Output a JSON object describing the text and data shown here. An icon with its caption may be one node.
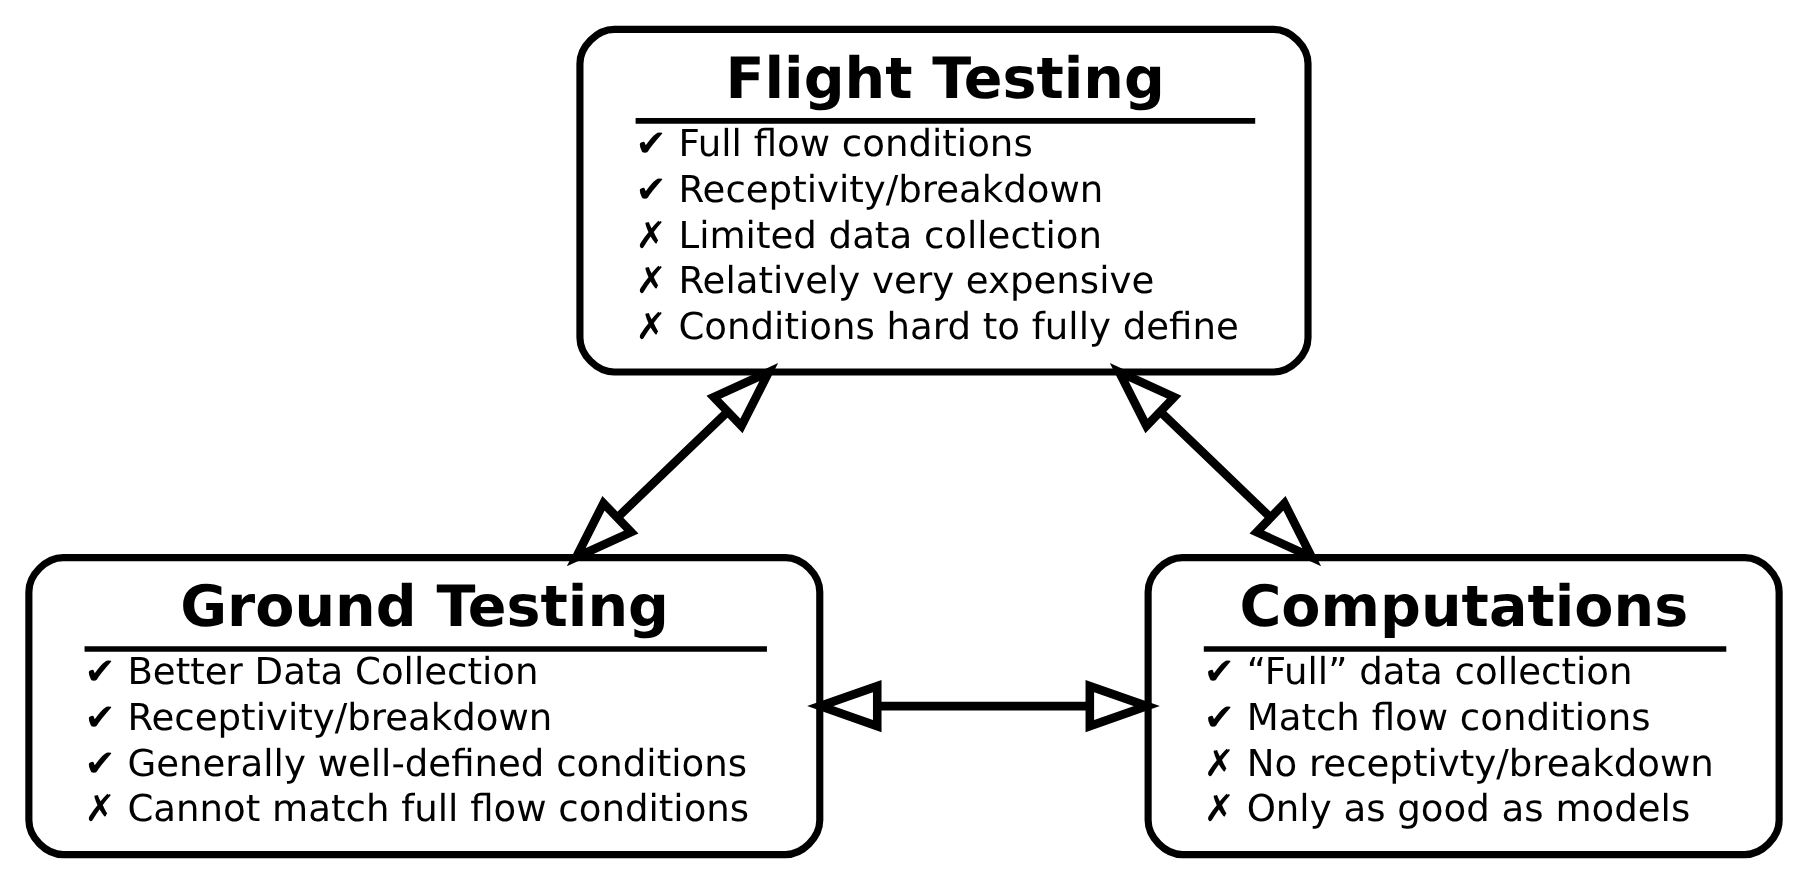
{
  "diagram": {
    "nodes": [
      {
        "text": [
          "Flight Testing",
          "✔ Full flow conditions",
          "✔ Receptivity/breakdown",
          "✗ Limited data collection",
          "✗ Relatively very expensive",
          "✗ Conditions hard to fully define"
        ]
      },
      {
        "text": [
          "Ground Testing",
          "✔ Better Data Collection",
          "✔ Receptivity/breakdown",
          "✔ Generally well-defined conditions",
          "✗ Cannot match full flow conditions"
        ]
      },
      {
        "text": [
          "Computations",
          "✔ “Full” data collection",
          "✔ Match flow conditions",
          "✗ No receptivty/breakdown",
          "✗ Only as good as models"
        ]
      }
    ],
    "edges": [
      {
        "from": 0,
        "to": 1,
        "arrow": "both"
      },
      {
        "from": 0,
        "to": 2,
        "arrow": "both"
      },
      {
        "from": 1,
        "to": 2,
        "arrow": "both"
      }
    ]
  }
}
